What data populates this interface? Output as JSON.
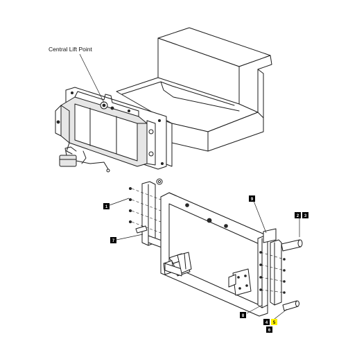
{
  "annotations": {
    "central_lift_point": "Central Lift Point"
  },
  "callouts": {
    "c1": "1",
    "c2": "2",
    "c3": "3",
    "c4": "4",
    "c5": "5",
    "c6": "6",
    "c7": "7",
    "c8": "8",
    "c9": "9"
  },
  "colors": {
    "callout_bg": "#000000",
    "highlight_bg": "#fff200"
  }
}
